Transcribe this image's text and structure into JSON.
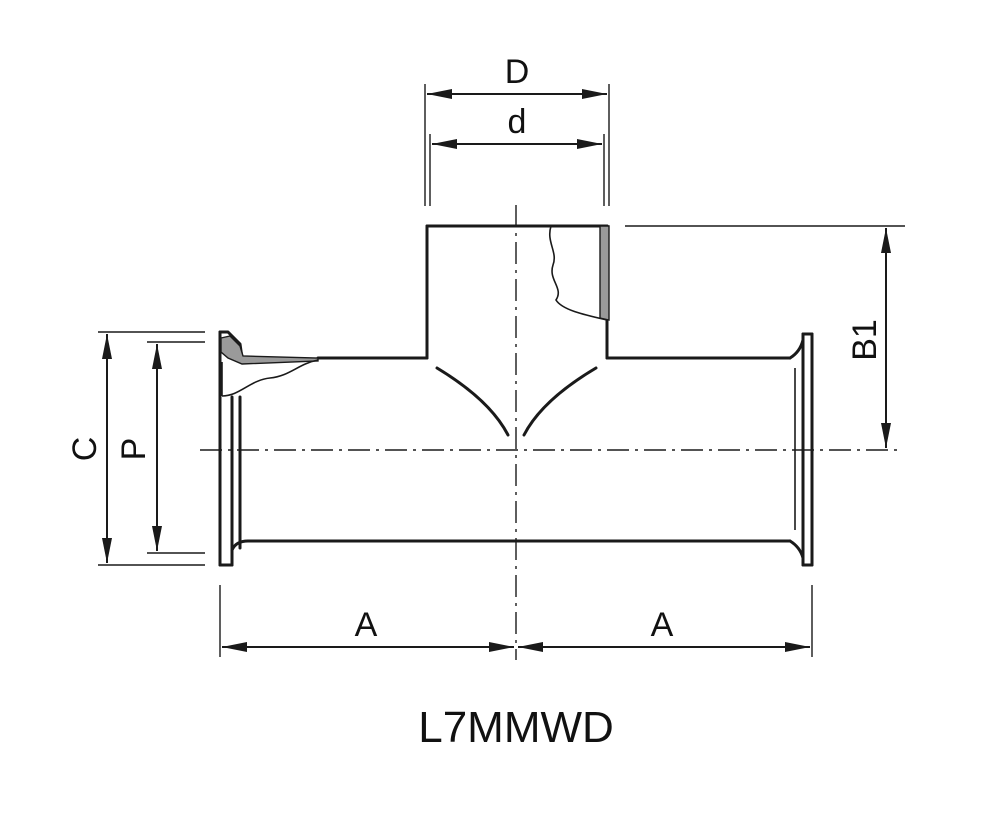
{
  "diagram": {
    "labels": {
      "D": "D",
      "d": "d",
      "B1": "B1",
      "C": "C",
      "P": "P",
      "A_left": "A",
      "A_right": "A"
    },
    "caption": "L7MMWD"
  }
}
